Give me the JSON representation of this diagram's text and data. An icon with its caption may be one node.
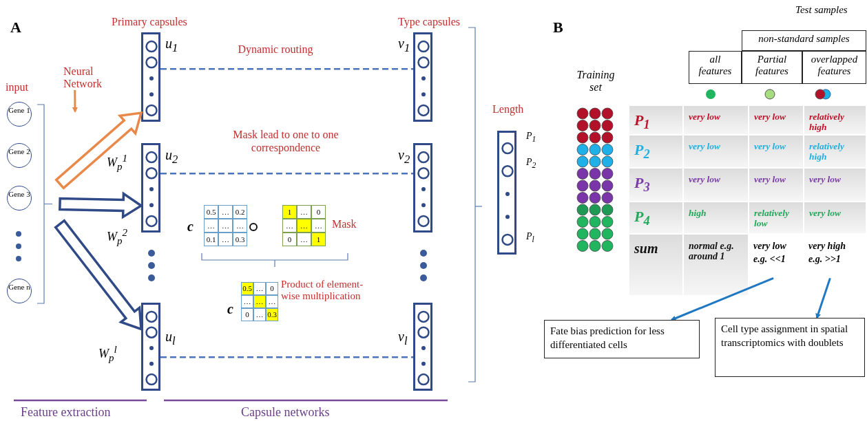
{
  "diagram": {
    "nodes": [
      {
        "text": [
          "Gene 1"
        ]
      },
      {
        "text": [
          "Gene 2"
        ]
      },
      {
        "text": [
          "Gene 3"
        ]
      },
      {
        "text": [
          "Gene n"
        ]
      },
      {
        "text": [],
        "shape": "box",
        "beside": [
          "Primary capsules",
          "u$_{1}$"
        ]
      },
      {
        "text": [],
        "shape": "box",
        "beside": [
          "u$_{2}$"
        ]
      },
      {
        "text": [],
        "shape": "box",
        "beside": [
          "u$_{l}$"
        ]
      },
      {
        "text": [],
        "shape": "box",
        "beside": [
          "Type capsules",
          "v$_{1}$"
        ]
      },
      {
        "text": [],
        "shape": "box",
        "beside": [
          "v$_{2}$"
        ]
      },
      {
        "text": [],
        "shape": "box",
        "beside": [
          "v$_{l}$"
        ]
      },
      {
        "text": [
          "Length"
        ],
        "beside": [
          "P$_{1}$",
          "P$_{2}$",
          "P$_{l}$"
        ]
      },
      {
        "text": [
          "very low e.g. <<1"
        ]
      },
      {
        "text": [
          "very high e.g. >>1"
        ]
      },
      {
        "text": [
          "Fate bias prediction for less differentiated cells"
        ]
      },
      {
        "text": [
          "Cell type assignment in spatial transcriptomics with doublets"
        ]
      },
      {
        "text": [
          "Neural Network"
        ]
      },
      {
        "text": [],
        "shape": "bracket"
      }
    ],
    "edges": [
      {
        "from": 16,
        "to": 4,
        "arrow": "to",
        "style": "thick",
        "color": "#e8894a"
      },
      {
        "from": 16,
        "to": 5,
        "arrow": "to",
        "style": "thick"
      },
      {
        "from": 16,
        "to": 6,
        "arrow": "to",
        "style": "thick"
      },
      {
        "from": 4,
        "to": 7,
        "arrow": "none",
        "style": "dashed",
        "label": "Dynamic routing"
      },
      {
        "from": 5,
        "to": 8,
        "arrow": "none",
        "style": "dashed",
        "label": "Mask lead to one to one correspondence"
      },
      {
        "from": 6,
        "to": 9,
        "arrow": "none",
        "style": "dashed"
      },
      {
        "from": 11,
        "to": 13,
        "arrow": "to"
      },
      {
        "from": 12,
        "to": 14,
        "arrow": "to"
      },
      {
        "from": 15,
        "to": null,
        "arrow": "to",
        "color": "#e8894a"
      }
    ],
    "labels": [
      "A",
      "input",
      "W$_{p}$$^{1}$",
      "W$_{p}$$^{2}$",
      "W$_{p}$$^{l}$",
      "c",
      "0.5",
      "…",
      "0.2",
      "…",
      "…",
      "…",
      "0.1",
      "…",
      "0.3",
      "1",
      "…",
      "0",
      "…",
      "…",
      "…",
      "0",
      "…",
      "1",
      "Mask",
      "c",
      "0.5",
      "…",
      "0",
      "…",
      "…",
      "…",
      "0",
      "…",
      "0.3",
      "Product of element-wise multiplication",
      "Feature extraction",
      "Capsule networks",
      "B",
      "Test samples",
      "non-standard samples",
      "all features",
      "Partial features",
      "overlapped features",
      "Training set",
      "P$_{1}$",
      "very low",
      "very low",
      "relatively high",
      "P$_{2}$",
      "very low",
      "very low",
      "relatively high",
      "P$_{3}$",
      "very low",
      "very low",
      "very low",
      "P$_{4}$",
      "high",
      "relatively low",
      "very low",
      "sum",
      "normal e.g. around 1"
    ]
  }
}
